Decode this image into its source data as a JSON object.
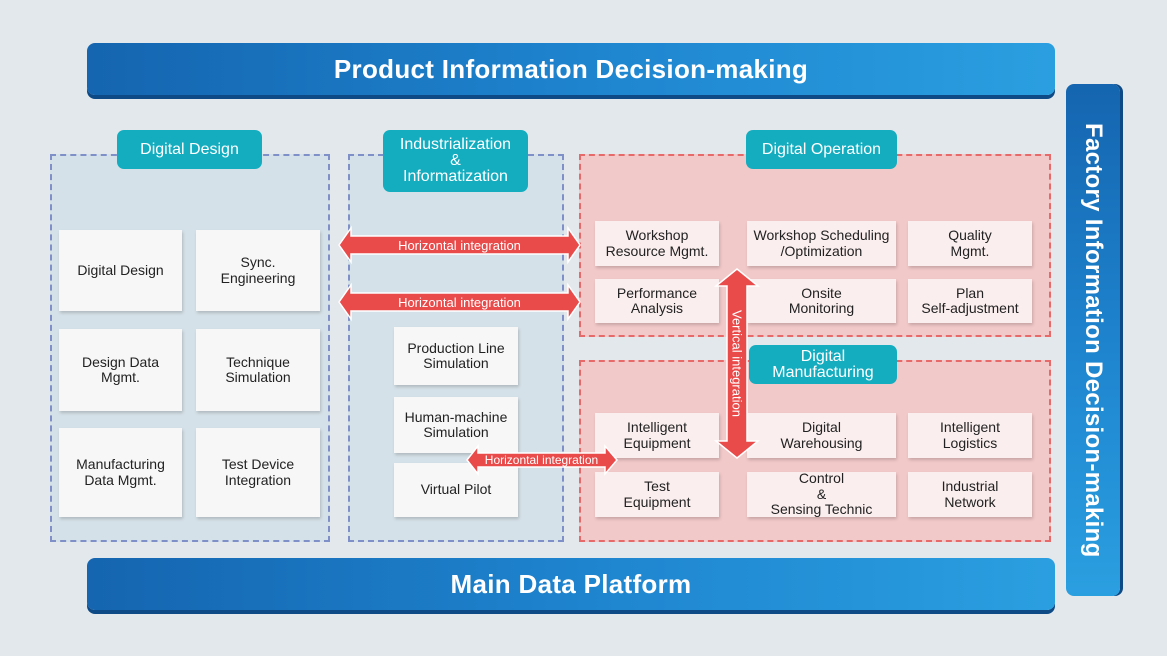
{
  "top_banner": "Product Information Decision-making",
  "bottom_banner": "Main Data Platform",
  "right_banner": "Factory Information Decision-making",
  "digital_design": {
    "title": "Digital Design",
    "items": [
      "Digital Design",
      "Sync.\nEngineering",
      "Design Data\nMgmt.",
      "Technique\nSimulation",
      "Manufacturing\nData Mgmt.",
      "Test Device\nIntegration"
    ]
  },
  "industrialization": {
    "title": "Industrialization\n&\nInformatization",
    "items": [
      "Production Line\nSimulation",
      "Human-machine\nSimulation",
      "Virtual Pilot"
    ]
  },
  "digital_operation": {
    "title": "Digital Operation",
    "items": [
      "Workshop\nResource Mgmt.",
      "Workshop Scheduling\n/Optimization",
      "Quality\nMgmt.",
      "Performance\nAnalysis",
      "Onsite\nMonitoring",
      "Plan\nSelf-adjustment"
    ]
  },
  "digital_manufacturing": {
    "title": "Digital\nManufacturing",
    "items": [
      "Intelligent\nEquipment",
      "Digital\nWarehousing",
      "Intelligent\nLogistics",
      "Test\nEquipment",
      "Control\n&\nSensing Technic",
      "Industrial\nNetwork"
    ]
  },
  "arrows": {
    "horizontal_1": "Horizontal integration",
    "horizontal_2": "Horizontal integration",
    "horizontal_3": "Horizontal integration",
    "vertical": "Vertical integration"
  },
  "colors": {
    "banner_blue": "#1f86d0",
    "pill_teal": "#14adc0",
    "region_blue_fill": "#d5e1e8",
    "region_red_fill": "#f2c9c9",
    "arrow_red": "#e94a4a"
  }
}
